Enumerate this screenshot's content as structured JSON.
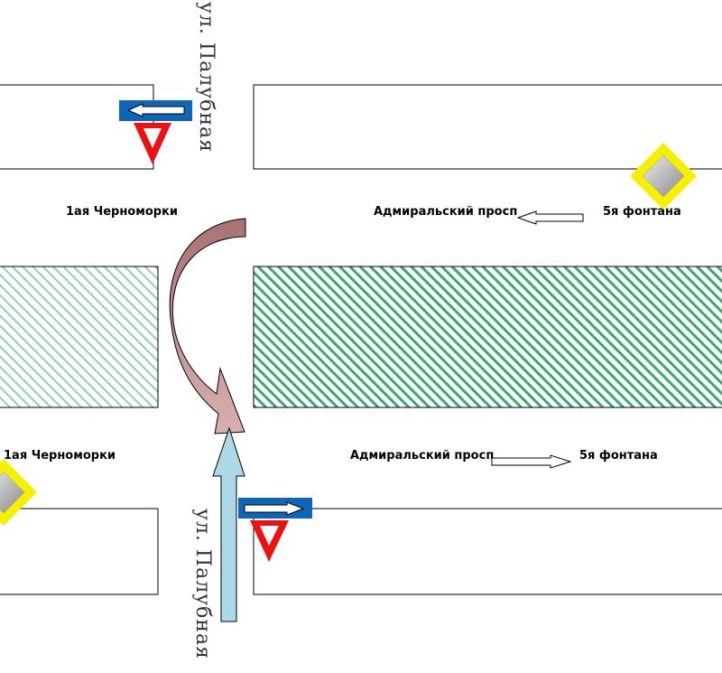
{
  "labels": {
    "street_vertical_top": "ул. Палубная",
    "street_vertical_bottom": "ул. Палубная",
    "upper_left": "1ая Черноморки",
    "upper_center": "Адмиральский просп",
    "upper_right": "5я фонтана",
    "lower_left": "1ая Черноморки",
    "lower_center": "Адмиральский просп",
    "lower_right": "5я фонтана"
  },
  "colors": {
    "sign_blue": "#0d66b8",
    "yield_red": "#ee1111",
    "priority_yellow": "#f5f000",
    "priority_gray": "#bbbbbb",
    "hatch_dense": "#3aa870",
    "hatch_light": "#8fd0b0",
    "turn_arrow": "#b98484",
    "straight_arrow": "#add8e6"
  },
  "icons": {
    "one_way_sign": "one-way-arrow-icon",
    "yield_sign": "yield-triangle-icon",
    "priority_sign": "priority-road-diamond-icon"
  }
}
